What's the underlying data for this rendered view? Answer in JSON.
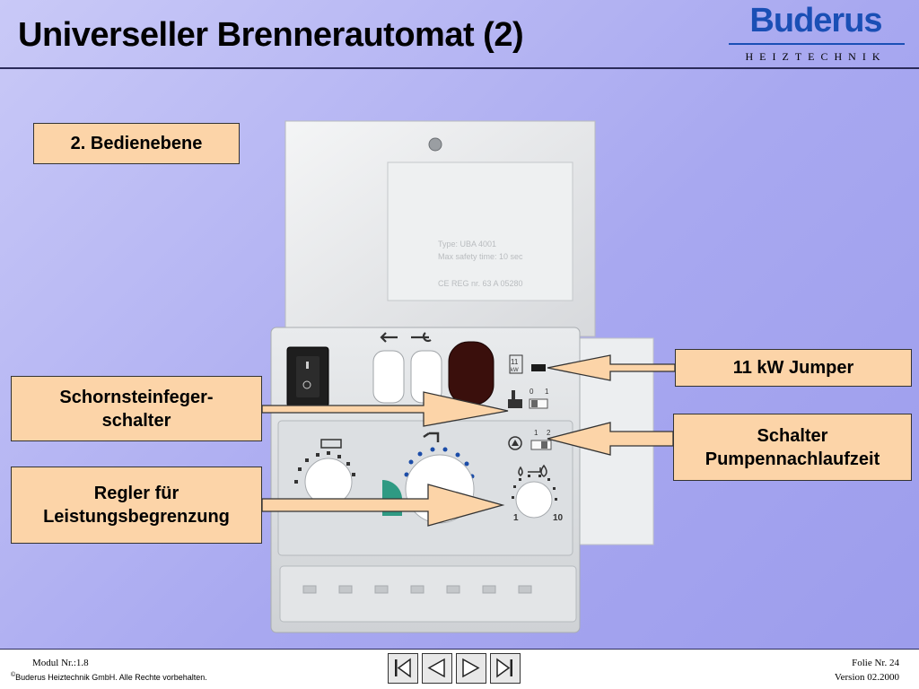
{
  "header": {
    "title": "Universeller Brennerautomat (2)",
    "logo_word": "Buderus",
    "logo_sub": "HEIZTECHNIK"
  },
  "labels": {
    "level": "2. Bedienebene",
    "jumper": "11 kW Jumper",
    "chimney_line1": "Schornsteinfeger-",
    "chimney_line2": "schalter",
    "pump_line1": "Schalter",
    "pump_line2": "Pumpennachlaufzeit",
    "power_line1": "Regler für",
    "power_line2": "Leistungsbegrenzung"
  },
  "device": {
    "type_line1": "Type: UBA 4001",
    "type_line2": "Max safety time: 10 sec",
    "ce_line": "CE REG nr. 63 A 05280",
    "kw_num": "11",
    "kw_unit": "kW",
    "chimney_sw_0": "0",
    "chimney_sw_1": "1",
    "pump_sw_1": "1",
    "pump_sw_2": "2",
    "dial_min": "1",
    "dial_max": "10"
  },
  "footer": {
    "modul": "Modul Nr.:1.8",
    "copyright": "Buderus Heiztechnik GmbH. Alle Rechte vorbehalten.",
    "copyright_symbol": "©",
    "folie": "Folie Nr. 24",
    "version": "Version 02.2000"
  },
  "nav": {
    "icons": [
      "first-icon",
      "prev-icon",
      "next-icon",
      "last-icon"
    ]
  }
}
